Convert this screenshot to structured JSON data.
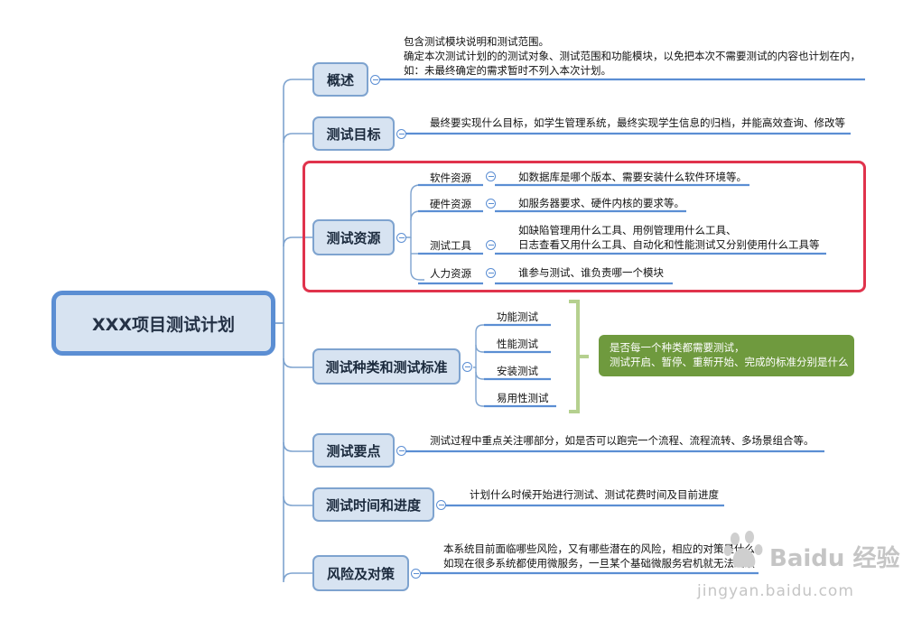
{
  "central_topic": "XXX项目测试计划",
  "topics": [
    {
      "id": "overview",
      "label": "概述",
      "notes": [
        "包含测试模块说明和测试范围。",
        "确定本次测试计划的的测试对象、测试范围和功能模块，以免把本次不需要测试的内容也计划在内，",
        "如：未最终确定的需求暂时不列入本次计划。"
      ]
    },
    {
      "id": "goal",
      "label": "测试目标",
      "notes": [
        "最终要实现什么目标，如学生管理系统，最终实现学生信息的归档，并能高效查询、修改等"
      ]
    },
    {
      "id": "resources",
      "label": "测试资源",
      "children": [
        {
          "label": "软件资源",
          "notes": [
            "如数据库是哪个版本、需要安装什么软件环境等。"
          ]
        },
        {
          "label": "硬件资源",
          "notes": [
            "如服务器要求、硬件内核的要求等。"
          ]
        },
        {
          "label": "测试工具",
          "notes": [
            "如缺陷管理用什么工具、用例管理用什么工具、",
            "日志查看又用什么工具、自动化和性能测试又分别使用什么工具等"
          ]
        },
        {
          "label": "人力资源",
          "notes": [
            "谁参与测试、谁负责哪一个模块"
          ]
        }
      ]
    },
    {
      "id": "types",
      "label": "测试种类和测试标准",
      "children": [
        {
          "label": "功能测试"
        },
        {
          "label": "性能测试"
        },
        {
          "label": "安装测试"
        },
        {
          "label": "易用性测试"
        }
      ],
      "summary": [
        "是否每一个种类都需要测试，",
        "测试开启、暂停、重新开始、完成的标准分别是什么"
      ]
    },
    {
      "id": "focus",
      "label": "测试要点",
      "notes": [
        "测试过程中重点关注哪部分，如是否可以跑完一个流程、流程流转、多场景组合等。"
      ]
    },
    {
      "id": "schedule",
      "label": "测试时间和进度",
      "notes": [
        "计划什么时候开始进行测试、测试花费时间及目前进度"
      ]
    },
    {
      "id": "risk",
      "label": "风险及对策",
      "notes": [
        "本系统目前面临哪些风险，又有哪些潜在的风险，相应的对策是什么。",
        "如现在很多系统都使用微服务，一旦某个基础微服务宕机就无法继续"
      ]
    }
  ],
  "watermark": {
    "brand": "Baidu 经验",
    "url": "jingyan.baidu.com"
  },
  "colors": {
    "node_fill": "#d7e3f1",
    "node_border": "#7ea3cf",
    "connector": "#5b8ed3",
    "underline": "#5b8ed3",
    "highlight": "#e0334c",
    "summary_fill": "#6f9a3e",
    "summary_bracket": "#b5d08f"
  }
}
